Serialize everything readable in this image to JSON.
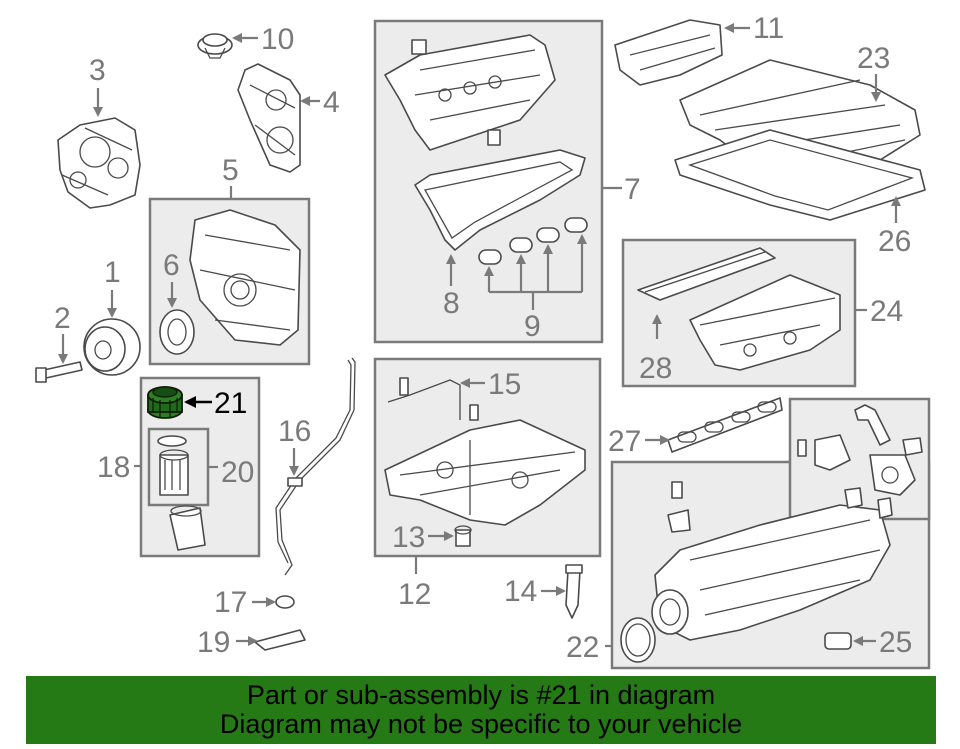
{
  "diagram": {
    "callouts": [
      "1",
      "2",
      "3",
      "4",
      "5",
      "6",
      "7",
      "8",
      "9",
      "10",
      "11",
      "12",
      "13",
      "14",
      "15",
      "16",
      "17",
      "18",
      "19",
      "20",
      "21",
      "22",
      "23",
      "24",
      "25",
      "26",
      "27",
      "28"
    ],
    "highlighted_callout": "21",
    "highlight_color": "#1f6a1b"
  },
  "banner": {
    "line1": "Part or sub-assembly is #21 in diagram",
    "line2": "Diagram may not be specific to your vehicle",
    "background": "#257a15"
  }
}
